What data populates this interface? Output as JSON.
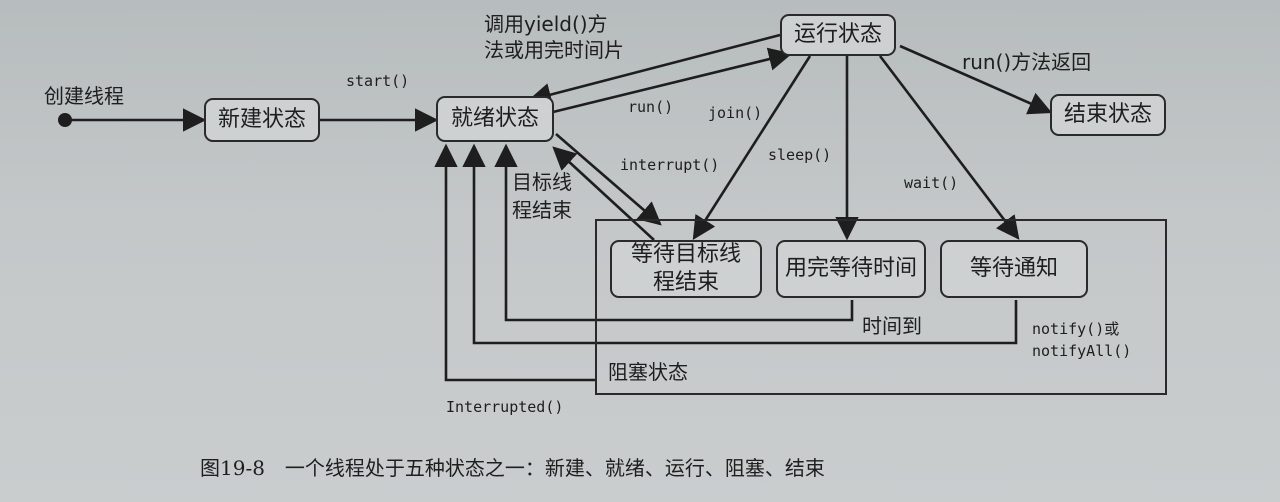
{
  "states": {
    "new": "新建状态",
    "ready": "就绪状态",
    "running": "运行状态",
    "dead": "结束状态",
    "blocked": "阻塞状态",
    "wait_target": "等待目标线程结束",
    "wait_time": "用完等待时间",
    "wait_notify": "等待通知"
  },
  "labels": {
    "create_thread": "创建线程",
    "start": "start()",
    "yield_line1": "调用yield()方",
    "yield_line2": "法或用完时间片",
    "run": "run()",
    "run_return": "run()方法返回",
    "join": "join()",
    "sleep": "sleep()",
    "wait": "wait()",
    "interrupt": "interrupt()",
    "target_end_line1": "目标线",
    "target_end_line2": "程结束",
    "time_up": "时间到",
    "notify_line1": "notify()或",
    "notify_line2": "notifyAll()",
    "interrupted": "Interrupted()"
  },
  "caption": "图19-8　一个线程处于五种状态之一：新建、就绪、运行、阻塞、结束"
}
